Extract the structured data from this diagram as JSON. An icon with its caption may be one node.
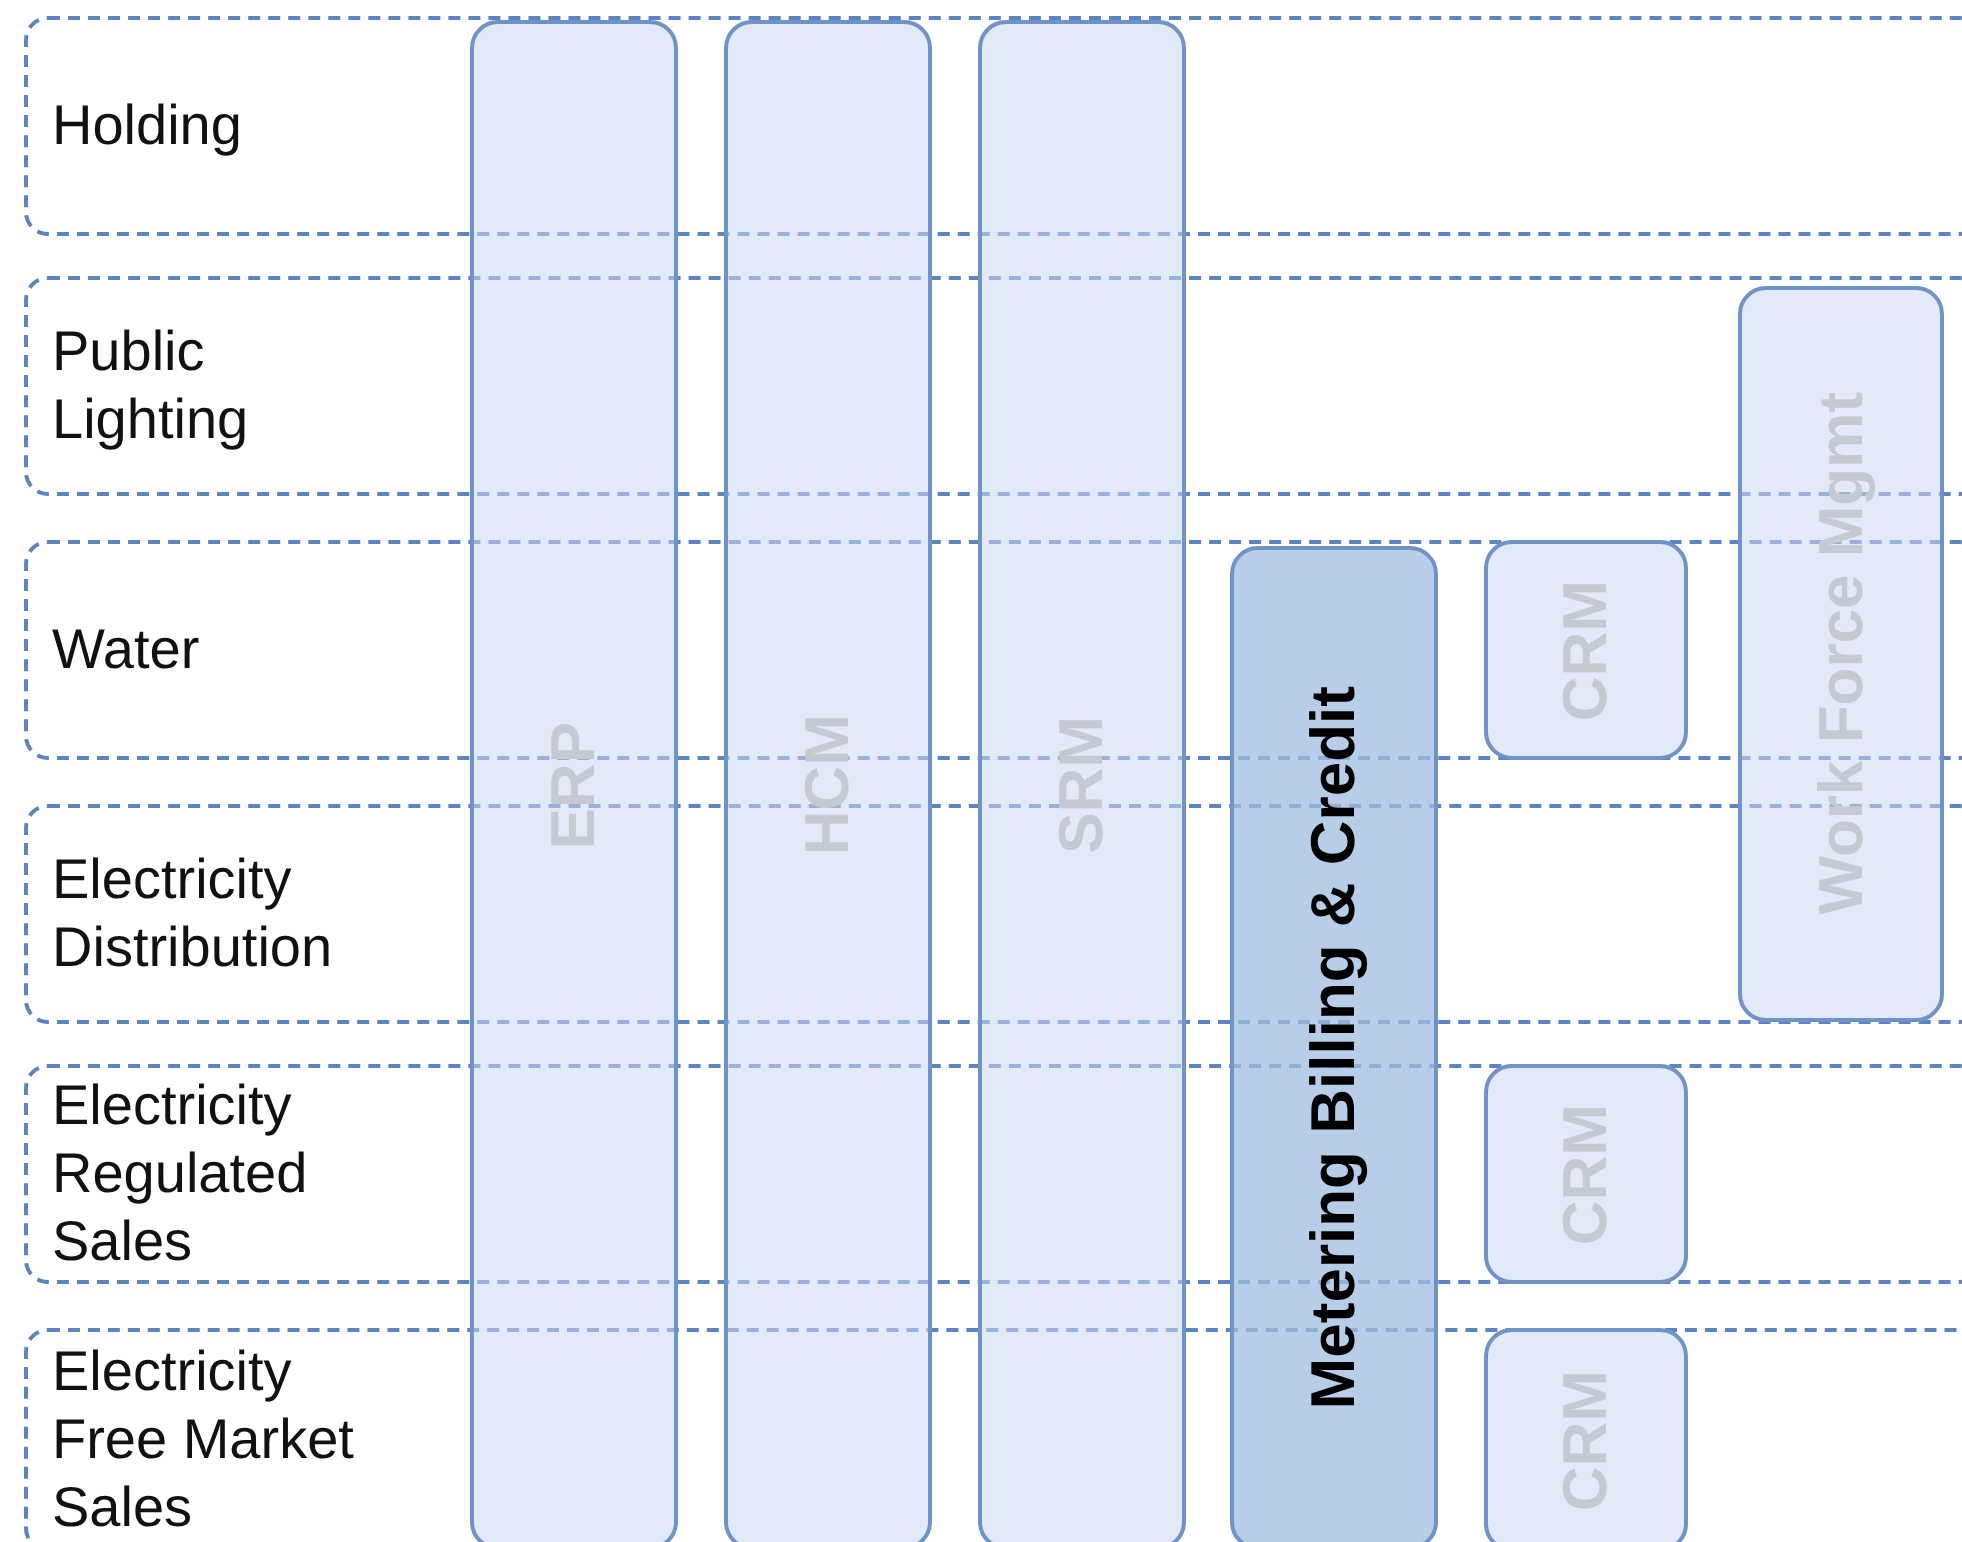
{
  "diagram": {
    "nodes": [
      {
        "text": [
          "Holding"
        ]
      },
      {
        "text": [
          "Public Lighting"
        ]
      },
      {
        "text": [
          "Water"
        ]
      },
      {
        "text": [
          "Electricity Distribution"
        ]
      },
      {
        "text": [
          "Electricity Regulated Sales"
        ]
      },
      {
        "text": [
          "Electricity Free Market Sales"
        ]
      },
      {
        "text": [
          "ERP"
        ]
      },
      {
        "text": [
          "HCM"
        ]
      },
      {
        "text": [
          "SRM"
        ]
      },
      {
        "text": [
          "Metering Billing & Credit"
        ]
      },
      {
        "text": [
          "CRM"
        ],
        "in": 2
      },
      {
        "text": [
          "CRM"
        ],
        "in": 4
      },
      {
        "text": [
          "CRM"
        ],
        "in": 5
      },
      {
        "text": [
          "Work Force Mgmt"
        ]
      }
    ]
  }
}
